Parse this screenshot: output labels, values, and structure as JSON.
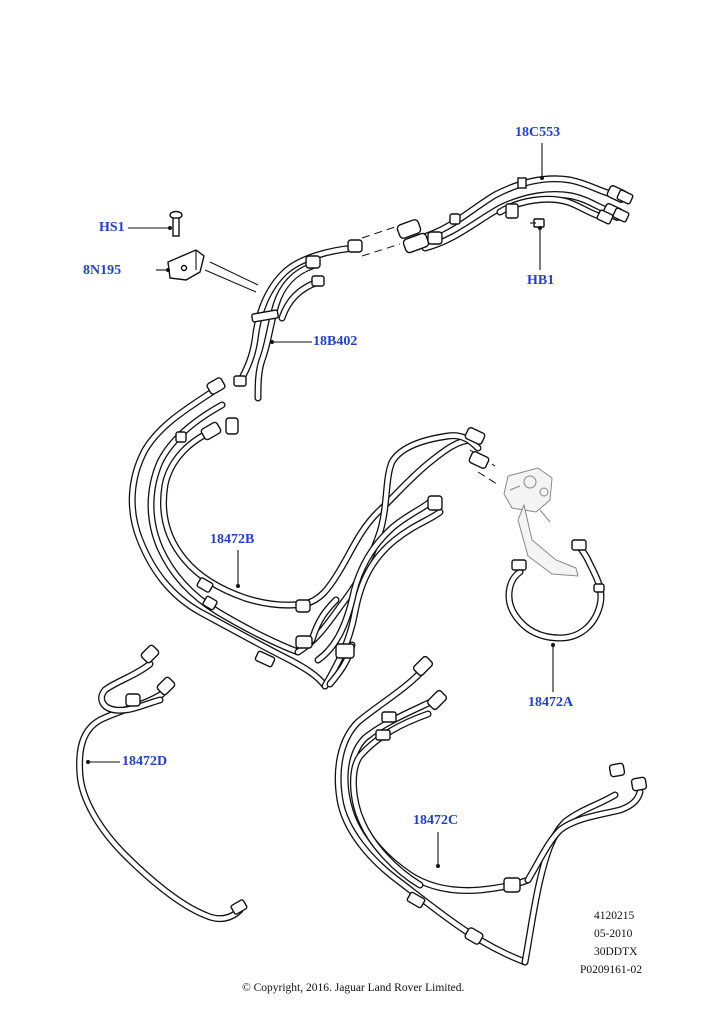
{
  "callouts": {
    "c18C553": "18C553",
    "cHS1": "HS1",
    "c8N195": "8N195",
    "cHB1": "HB1",
    "c18B402": "18B402",
    "c18472B": "18472B",
    "c18472A": "18472A",
    "c18472D": "18472D",
    "c18472C": "18472C"
  },
  "ref": {
    "line1": "4120215",
    "line2": "05-2010",
    "line3": "30DDTX",
    "line4": "P0209161-02"
  },
  "copyright": "© Copyright, 2016. Jaguar Land Rover Limited."
}
